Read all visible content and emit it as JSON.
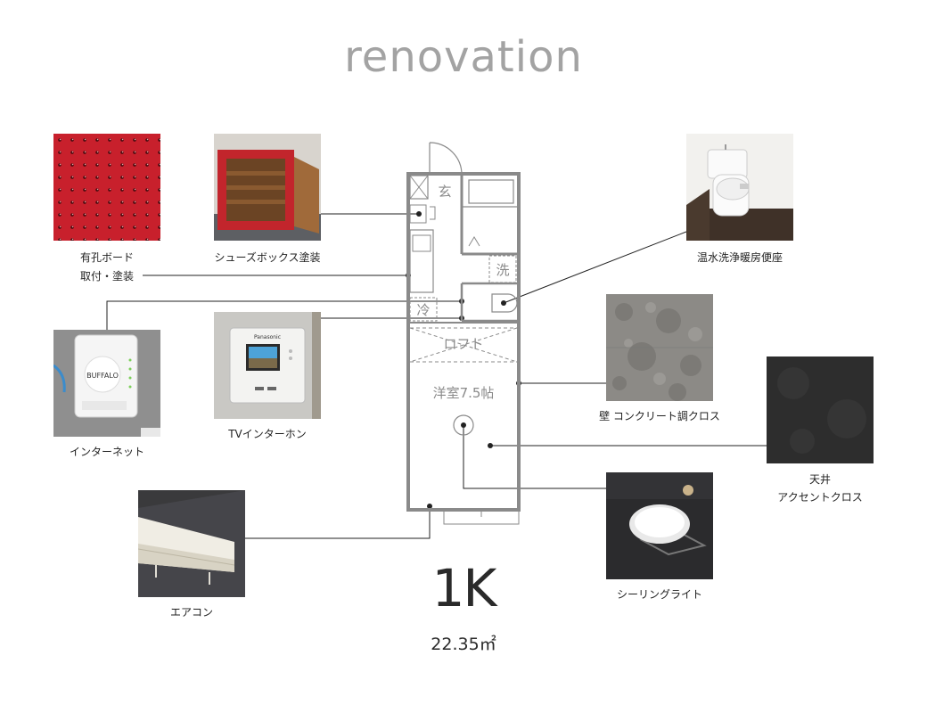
{
  "title": "renovation",
  "plan_type": "1K",
  "area": "22.35㎡",
  "floorplan": {
    "entrance": "玄",
    "washer": "洗",
    "fridge": "冷",
    "loft": "ロフト",
    "room": "洋室7.5帖"
  },
  "items": [
    {
      "id": "pegboard",
      "label_line1": "有孔ボード",
      "label_line2": "取付・塗装"
    },
    {
      "id": "shoebox",
      "label": "シューズボックス塗装"
    },
    {
      "id": "toilet",
      "label": "温水洗浄暖房便座"
    },
    {
      "id": "internet",
      "label": "インターネット"
    },
    {
      "id": "intercom",
      "label": "TVインターホン"
    },
    {
      "id": "wall",
      "label": "壁 コンクリート調クロス"
    },
    {
      "id": "ceiling",
      "label_line1": "天井",
      "label_line2": "アクセントクロス"
    },
    {
      "id": "aircon",
      "label": "エアコン"
    },
    {
      "id": "light",
      "label": "シーリングライト"
    }
  ],
  "intercom_brand": "Panasonic",
  "router_brand": "BUFFALO",
  "colors": {
    "title": "#a3a3a3",
    "wall_line": "#8a8a8a",
    "connector": "#222222",
    "pegboard_red": "#c8202c"
  }
}
